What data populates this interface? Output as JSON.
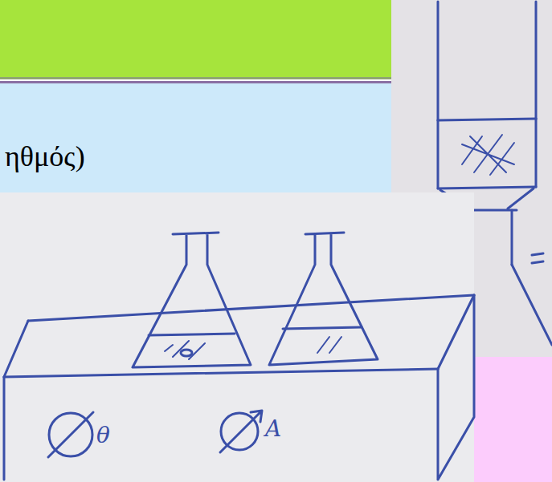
{
  "diagram": {
    "labels": [
      "ηθμός)",
      "θ",
      "A"
    ]
  }
}
